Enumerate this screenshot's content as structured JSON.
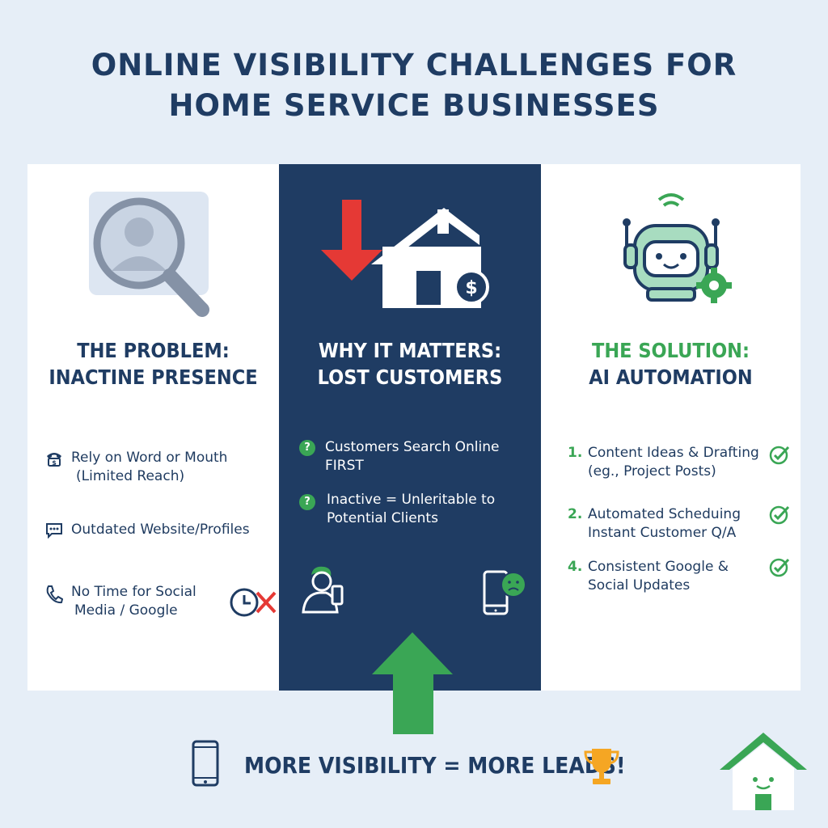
{
  "title": {
    "line1": "ONLINE VISIBILITY CHALLENGES FOR",
    "line2": "HOME SERVICE BUSINESSES"
  },
  "problem": {
    "heading_line1": "THE PROBLEM:",
    "heading_line2": "INACTINE PRESENCE",
    "items": [
      {
        "icon": "phone-dollar-icon",
        "line1": "Rely on Word or Mouth",
        "line2": "(Limited Reach)"
      },
      {
        "icon": "chat-icon",
        "line1": "Outdated Website/Profiles",
        "line2": ""
      },
      {
        "icon": "phone-handset-icon",
        "line1": "No Time for Social",
        "line2": "Media / Google"
      }
    ]
  },
  "why": {
    "heading_line1": "WHY IT MATTERS:",
    "heading_line2": "LOST CUSTOMERS",
    "items": [
      {
        "icon": "question-icon",
        "line1": "Customers Search Online",
        "line2": "FIRST"
      },
      {
        "icon": "question-icon",
        "line1": "Inactive = Unleritable to",
        "line2": "Potential Clients"
      }
    ]
  },
  "solution": {
    "heading_line1": "THE SOLUTION:",
    "heading_line2": "AI AUTOMATION",
    "items": [
      {
        "num": "1.",
        "line1": "Content Ideas & Drafting",
        "line2": "(eg., Project Posts)"
      },
      {
        "num": "2.",
        "line1": "Automated Scheduing",
        "line2": "Instant Customer Q/A"
      },
      {
        "num": "4.",
        "line1": "Consistent Google &",
        "line2": "Social Updates"
      }
    ]
  },
  "bottom": {
    "tagline": "MORE VISIBILITY = MORE LEADS!"
  },
  "colors": {
    "navy": "#1f3c63",
    "green": "#3aa655",
    "red": "#e53935",
    "gold": "#f5a623",
    "background": "#e6eef7"
  }
}
